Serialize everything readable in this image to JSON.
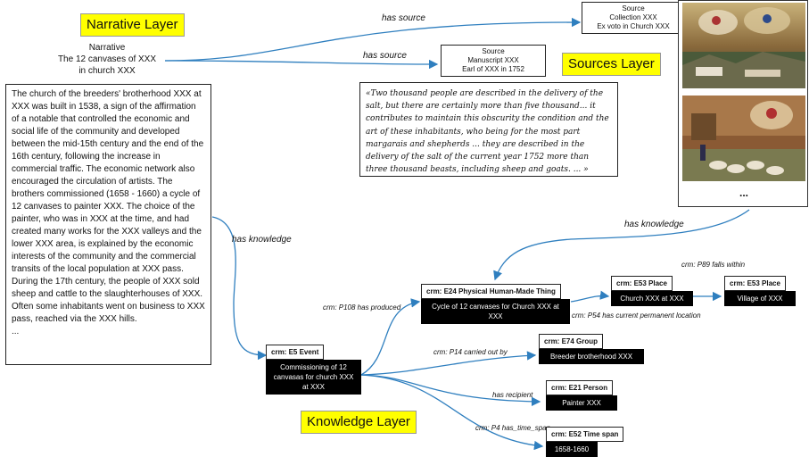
{
  "layers": {
    "narrative": "Narrative Layer",
    "sources": "Sources Layer",
    "knowledge": "Knowledge Layer"
  },
  "narrative": {
    "title_line1": "Narrative",
    "title_line2": "The 12 canvases of XXX",
    "title_line3": "in church XXX",
    "text": "The church of the breeders' brotherhood XXX at XXX was built in 1538, a sign of the affirmation of a notable that controlled the economic and social life of the community and developed between the mid-15th century and the end of the 16th century, following the increase in commercial traffic. The economic network also encouraged the circulation of artists. The brothers commissioned (1658 - 1660) a cycle of 12 canvases to painter XXX. The choice of the painter, who was in XXX at the time, and had created many works for the XXX valleys and the lower XXX area, is explained by the economic interests of the community and the commercial transits of the local population at XXX pass. During the 17th century, the people of XXX sold sheep and cattle to the slaughterhouses of XXX. Often some inhabitants went on business to XXX pass, reached via the XXX hills.\n..."
  },
  "sources": {
    "collection": {
      "line1": "Source",
      "line2": "Collection XXX",
      "line3": "Ex voto in Church XXX"
    },
    "manuscript": {
      "line1": "Source",
      "line2": "Manuscript XXX",
      "line3": "Earl of XXX in 1752"
    },
    "quote": "«Two thousand people are described in the delivery of the salt, but there are certainly more than five thousand... it contributes to maintain this obscurity the condition and the art of these inhabitants, who being for the most part margarais and shepherds ... they are described in the delivery of the salt of the current year 1752 more than three thousand beasts, including sheep and goats. ... »",
    "images_ellipsis": "..."
  },
  "edges": {
    "has_source_1": "has source",
    "has_source_2": "has source",
    "has_knowledge_1": "has knowledge",
    "has_knowledge_2": "has knowledge",
    "p108": "crm: P108 has produced",
    "p14": "crm: P14 carried out by",
    "has_recipient": "has recipient",
    "p4": "crm: P4 has_time_span",
    "p54": "crm: P54 has current permanent location",
    "p89": "crm: P89 falls within"
  },
  "nodes": {
    "e5": {
      "cls": "crm: E5 Event",
      "inst": "Commissioning of 12 canvasas for church XXX at XXX"
    },
    "e24": {
      "cls": "crm: E24 Physical Human-Made Thing",
      "inst": "Cycle of 12 canvases for Church XXX at XXX"
    },
    "e53a": {
      "cls": "crm: E53 Place",
      "inst": "Church XXX at XXX"
    },
    "e53b": {
      "cls": "crm: E53 Place",
      "inst": "Village of XXX"
    },
    "e74": {
      "cls": "crm: E74 Group",
      "inst": "Breeder brotherhood XXX"
    },
    "e21": {
      "cls": "crm: E21 Person",
      "inst": "Painter XXX"
    },
    "e52": {
      "cls": "crm: E52 Time span",
      "inst": "1658-1660"
    }
  },
  "colors": {
    "edge": "#2f7fbf",
    "layer_label_bg": "#ffff00",
    "instance_bg": "#000000"
  }
}
